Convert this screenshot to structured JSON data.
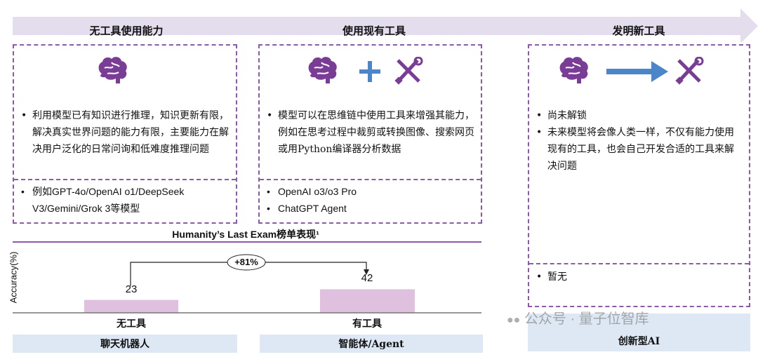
{
  "stages": [
    {
      "title": "无工具使用能力",
      "description": [
        "利用模型已有知识进行推理，知识更新有限，解决真实世界问题的能力有限，主要能力在解决用户泛化的日常问询和低难度推理问题"
      ],
      "examples": [
        "例如GPT-4o/OpenAI o1/DeepSeek V3/Gemini/Grok 3等模型"
      ],
      "category": "聊天机器人"
    },
    {
      "title": "使用现有工具",
      "description": [
        "模型可以在思维链中使用工具来增强其能力，例如在思考过程中裁剪或转换图像、搜索网页或用Python编译器分析数据"
      ],
      "examples": [
        "OpenAI o3/o3 Pro",
        "ChatGPT Agent"
      ],
      "category": "智能体/Agent"
    },
    {
      "title": "发明新工具",
      "description": [
        "尚未解锁",
        "未来模型将会像人类一样，不仅有能力使用现有的工具，也会自己开发合适的工具来解决问题"
      ],
      "examples": [
        "暂无"
      ],
      "category": "创新型AI"
    }
  ],
  "chart_data": {
    "type": "bar",
    "title": "Humanity’s Last Exam榜单表现¹",
    "ylabel": "Accuracy(%)",
    "categories": [
      "无工具",
      "有工具"
    ],
    "values": [
      23,
      42
    ],
    "annotation": "+81%",
    "ylim": [
      0,
      100
    ]
  },
  "watermark": "公众号 · 量子位智库",
  "colors": {
    "accent": "#8b5aa8",
    "icon": "#7a3d96",
    "blue": "#4a86c8",
    "band": "#e4dded",
    "category_bg": "#dde8f4",
    "bar": "#dfc1df"
  }
}
